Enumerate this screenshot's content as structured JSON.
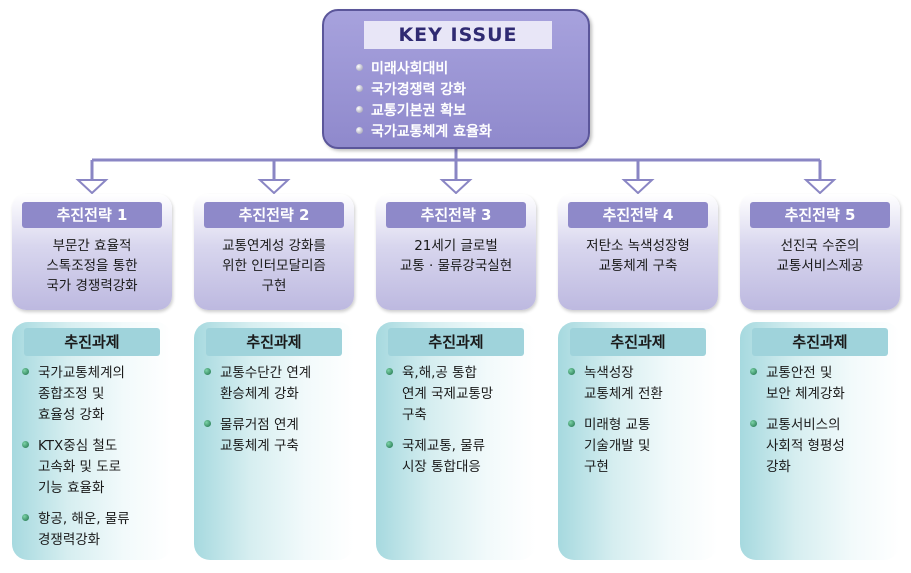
{
  "key_issue": {
    "title": "KEY ISSUE",
    "items": [
      "미래사회대비",
      "국가경쟁력 강화",
      "교통기본권 확보",
      "국가교통체계 효율화"
    ]
  },
  "strategies": [
    {
      "label": "추진전략 1",
      "desc": "부문간 효율적\n스톡조정을 통한\n국가 경쟁력강화"
    },
    {
      "label": "추진전략 2",
      "desc": "교통연계성 강화를\n위한 인터모달리즘\n구현"
    },
    {
      "label": "추진전략 3",
      "desc": "21세기 글로벌\n교통 · 물류강국실현"
    },
    {
      "label": "추진전략 4",
      "desc": "저탄소 녹색성장형\n교통체계 구축"
    },
    {
      "label": "추진전략 5",
      "desc": "선진국 수준의\n교통서비스제공"
    }
  ],
  "tasks": [
    {
      "label": "추진과제",
      "items": [
        "국가교통체계의\n종합조정 및\n효율성 강화",
        "KTX중심 철도\n고속화 및 도로\n기능 효율화",
        "항공, 해운, 물류\n경쟁력강화"
      ]
    },
    {
      "label": "추진과제",
      "items": [
        "교통수단간 연계\n환승체계 강화",
        "물류거점 연계\n교통체계 구축"
      ]
    },
    {
      "label": "추진과제",
      "items": [
        "육,해,공 통합\n연계 국제교통망\n구축",
        "국제교통, 물류\n시장 통합대응"
      ]
    },
    {
      "label": "추진과제",
      "items": [
        "녹색성장\n교통체계 전환",
        "미래형 교통\n기술개발 및\n구현"
      ]
    },
    {
      "label": "추진과제",
      "items": [
        "교통안전 및\n보안 체계강화",
        "교통서비스의\n사회적 형평성\n강화"
      ]
    }
  ],
  "colors": {
    "key_fill": "#968fd1",
    "strategy_label": "#8e89c9",
    "task_label": "#9fd3db",
    "connector": "#8a86c4"
  }
}
